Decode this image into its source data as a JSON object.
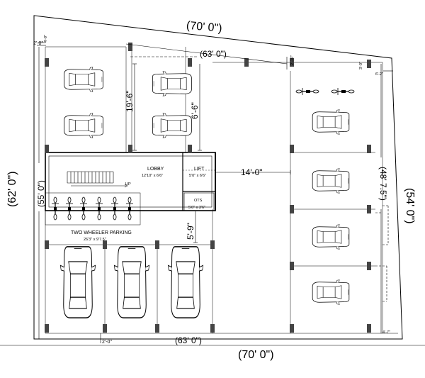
{
  "dimensions": {
    "top_overall": "(70' 0\")",
    "top_inner": "(63' 0\")",
    "bottom_overall": "(70' 0\")",
    "bottom_inner": "(63' 0\")",
    "left_overall": "(62' 0\")",
    "left_inner": "(55' 0\")",
    "right_overall": "(54' 0\")",
    "right_inner": "(48' 7.5\")",
    "top_left_setback": "2'-0\"",
    "top_left_vertical": "4'-9\"",
    "bottom_left_setback": "2'-0\"",
    "top_right_setback_a": "2'-10\"",
    "top_right_setback_b": "3'-0\"",
    "top_right_setback_c": "6'-2\"",
    "bottom_right_setback": "4'-7\"",
    "parking_depth": "19'-6\"",
    "gap_lift": "6'-6\"",
    "driveway_width": "14'-0\"",
    "gap_below_ots": "5'-9\""
  },
  "rooms": {
    "lobby_name": "LOBBY",
    "lobby_size": "12'10\" x 6'6\"",
    "lift_name": "LIFT",
    "lift_size": "5'0\" x 6'6\"",
    "ots_name": "OTS",
    "ots_size": "5'0\" x 3'6\"",
    "stair_label": "UP",
    "two_wheeler_name": "TWO WHEELER PARKING",
    "two_wheeler_size": "26'3\" x 9'7.5\""
  }
}
